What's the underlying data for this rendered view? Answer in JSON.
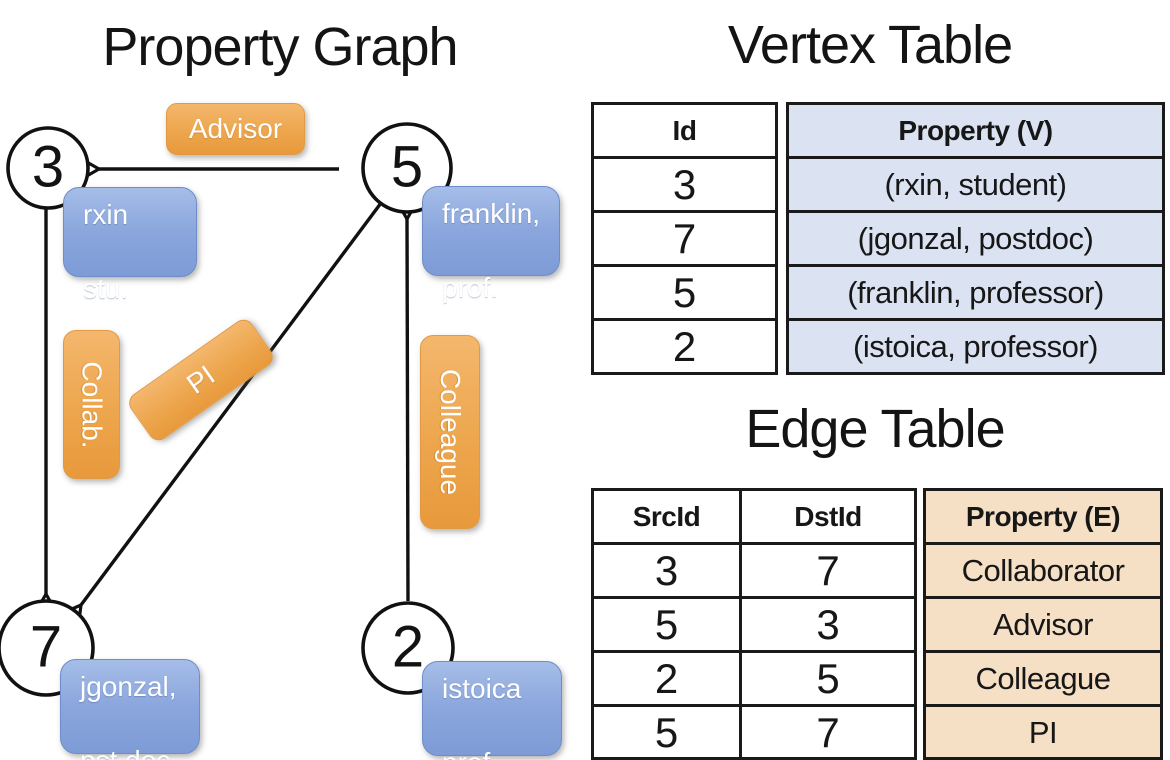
{
  "titles": {
    "graph": "Property Graph",
    "vertex_table": "Vertex Table",
    "edge_table": "Edge Table"
  },
  "graph": {
    "nodes": [
      {
        "id": "3"
      },
      {
        "id": "5"
      },
      {
        "id": "7"
      },
      {
        "id": "2"
      }
    ],
    "edge_labels": {
      "advisor": "Advisor",
      "collab": "Collab.",
      "pi": "PI",
      "colleague": "Colleague"
    },
    "vertex_labels": {
      "rxin": {
        "line1": "rxin",
        "line2": "stu."
      },
      "franklin": {
        "line1": "franklin,",
        "line2": "prof."
      },
      "jgonzal": {
        "line1": "jgonzal,",
        "line2": "pst.doc."
      },
      "istoica": {
        "line1": "istoica",
        "line2": "prof."
      }
    },
    "edges": [
      {
        "from": "5",
        "to": "3",
        "label": "Advisor"
      },
      {
        "from": "3",
        "to": "7",
        "label": "Collab."
      },
      {
        "from": "5",
        "to": "7",
        "label": "PI"
      },
      {
        "from": "2",
        "to": "5",
        "label": "Colleague"
      }
    ]
  },
  "vertex_table": {
    "headers": {
      "id": "Id",
      "property": "Property (V)"
    },
    "rows": [
      {
        "id": "3",
        "property": "(rxin, student)"
      },
      {
        "id": "7",
        "property": "(jgonzal, postdoc)"
      },
      {
        "id": "5",
        "property": "(franklin, professor)"
      },
      {
        "id": "2",
        "property": "(istoica, professor)"
      }
    ]
  },
  "edge_table": {
    "headers": {
      "src": "SrcId",
      "dst": "DstId",
      "property": "Property (E)"
    },
    "rows": [
      {
        "src": "3",
        "dst": "7",
        "property": "Collaborator"
      },
      {
        "src": "5",
        "dst": "3",
        "property": "Advisor"
      },
      {
        "src": "2",
        "dst": "5",
        "property": "Colleague"
      },
      {
        "src": "5",
        "dst": "7",
        "property": "PI"
      }
    ]
  },
  "colors": {
    "edge_label_orange": "#eda64d",
    "vertex_label_blue": "#8aa6dd",
    "vertex_property_fill": "#dbe3f3",
    "edge_property_fill": "#f5dfc5",
    "table_border": "#1a1a1a",
    "line_black": "#111111",
    "label_text": "#ffffff"
  }
}
